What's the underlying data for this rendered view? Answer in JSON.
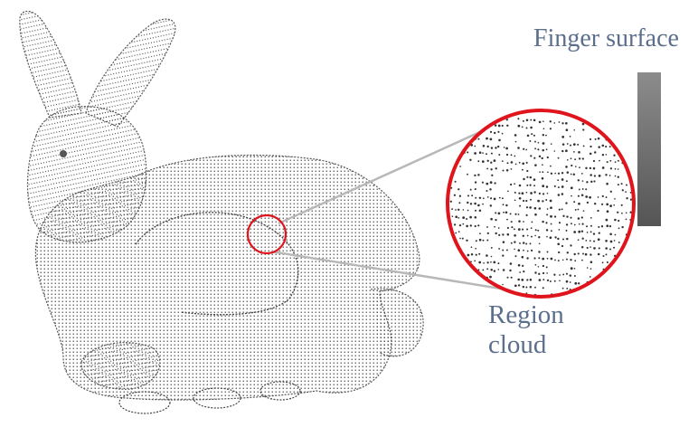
{
  "labels": {
    "finger_surface": "Finger surface",
    "region_line1": "Region",
    "region_line2": "cloud"
  },
  "colors": {
    "label_text": "#5b6f8c",
    "highlight_circle": "#e0141c",
    "connector_line": "#b8b8b8",
    "point_dots": "#333333",
    "finger_gradient_top": "#8c8c8c",
    "finger_gradient_bottom": "#555555"
  },
  "icons": {
    "subject": "bunny-point-cloud",
    "zoom_inset": "magnified-region-cloud"
  }
}
